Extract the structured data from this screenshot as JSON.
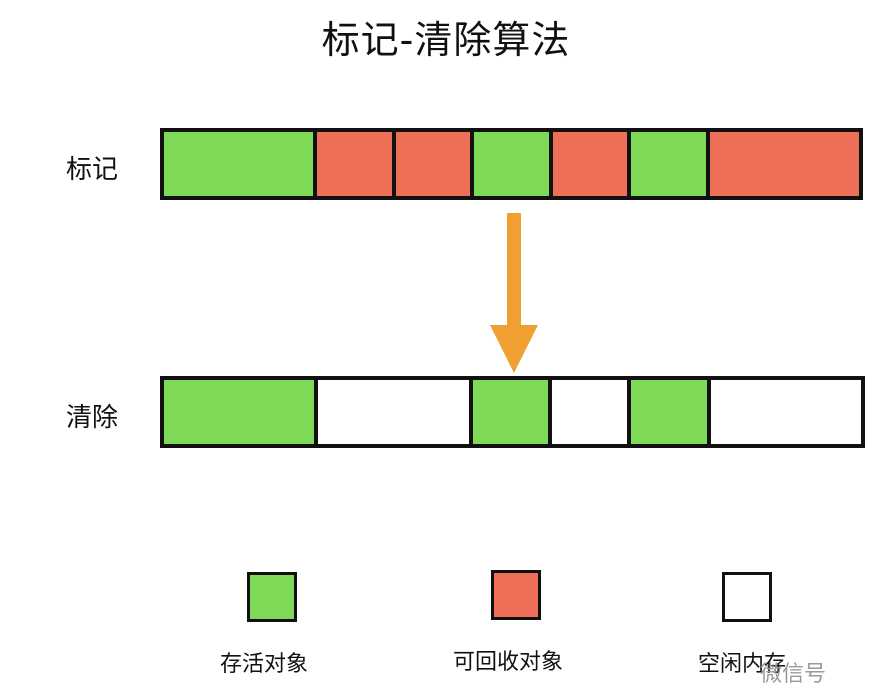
{
  "title": "标记-清除算法",
  "rows": [
    {
      "label": "标记",
      "blocks": [
        {
          "status": "live",
          "size": 2
        },
        {
          "status": "garbage",
          "size": 1
        },
        {
          "status": "garbage",
          "size": 1
        },
        {
          "status": "live",
          "size": 1
        },
        {
          "status": "garbage",
          "size": 1
        },
        {
          "status": "live",
          "size": 1
        },
        {
          "status": "garbage",
          "size": 2
        }
      ]
    },
    {
      "label": "清除",
      "blocks": [
        {
          "status": "live",
          "size": 2
        },
        {
          "status": "free",
          "size": 2
        },
        {
          "status": "live",
          "size": 1
        },
        {
          "status": "free",
          "size": 1
        },
        {
          "status": "live",
          "size": 1
        },
        {
          "status": "free",
          "size": 2
        }
      ]
    }
  ],
  "legend": [
    {
      "status": "live",
      "label": "存活对象"
    },
    {
      "status": "garbage",
      "label": "可回收对象"
    },
    {
      "status": "free",
      "label": "空闲内存"
    }
  ],
  "colors": {
    "live": "#7ed957",
    "garbage": "#ee6f57",
    "free": "#ffffff",
    "arrow": "#f0a030",
    "border": "#111111"
  },
  "watermark": "微信号"
}
